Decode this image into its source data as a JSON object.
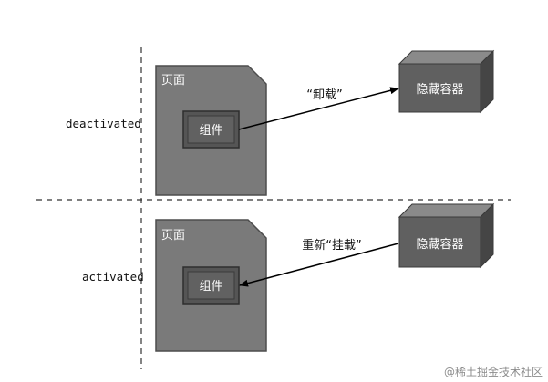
{
  "rows": [
    {
      "state_label": "deactivated",
      "page_label": "页面",
      "component_label": "组件",
      "container_label": "隐藏容器",
      "action_label": "“卸载”",
      "direction": "page-to-container"
    },
    {
      "state_label": "activated",
      "page_label": "页面",
      "component_label": "组件",
      "container_label": "隐藏容器",
      "action_label": "重新“挂载”",
      "direction": "container-to-page"
    }
  ],
  "watermark": "@稀土掘金技术社区",
  "colors": {
    "page_fill": "#7a7a7a",
    "page_stroke": "#4d4d4d",
    "component_fill": "#555555",
    "component_inner": "#616161",
    "component_stroke": "#2e2e2e",
    "cube_front": "#606060",
    "cube_top": "#8a8a8a",
    "cube_side": "#454545",
    "line": "#000000",
    "white_text": "#ffffff",
    "watermark_text": "#8c8c8c"
  }
}
